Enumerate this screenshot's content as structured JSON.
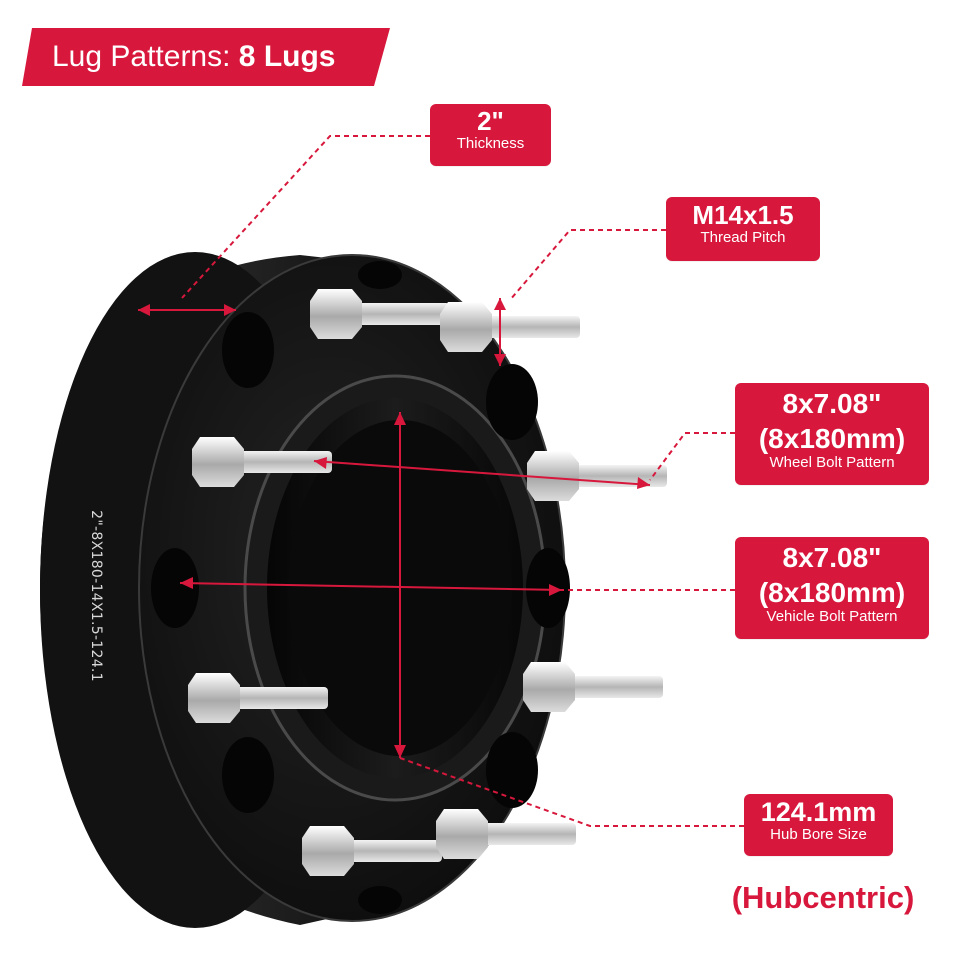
{
  "banner": {
    "prefix": "Lug Patterns: ",
    "value": "8 Lugs"
  },
  "thickness": {
    "value": "2\"",
    "label": "Thickness"
  },
  "thread": {
    "value": "M14x1.5",
    "label": "Thread Pitch"
  },
  "wheel_pattern": {
    "value_in": "8x7.08\"",
    "value_mm": "(8x180mm)",
    "label": "Wheel Bolt Pattern"
  },
  "vehicle_pattern": {
    "value_in": "8x7.08\"",
    "value_mm": "(8x180mm)",
    "label": "Vehicle Bolt Pattern"
  },
  "hub_bore": {
    "value": "124.1mm",
    "label": "Hub Bore Size"
  },
  "hubcentric": "(Hubcentric)",
  "engraving": "2\"-8X180-14X1.5-124.1",
  "colors": {
    "accent": "#d7183c",
    "spacer": "#151515",
    "background": "#ffffff"
  },
  "product": {
    "lug_count": 8,
    "studs": "lug-stud-icon",
    "spacer": "wheel-spacer-icon"
  }
}
